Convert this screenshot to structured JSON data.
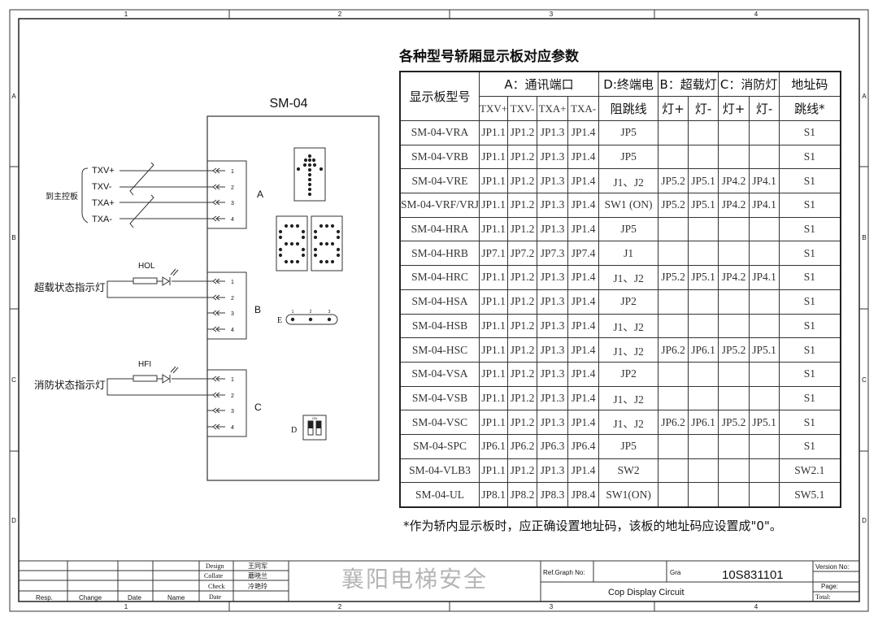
{
  "frame": {
    "columns": [
      "1",
      "2",
      "3",
      "4"
    ],
    "rows": [
      "A",
      "B",
      "C",
      "D"
    ]
  },
  "circuit": {
    "title": "SM-04",
    "to_main_board": "到主控板",
    "signals": [
      "TXV+",
      "TXV-",
      "TXA+",
      "TXA-"
    ],
    "connector_labels": [
      "A",
      "B",
      "C"
    ],
    "pins": [
      "1",
      "2",
      "3",
      "4"
    ],
    "overload_resistor": "HOL",
    "overload_light": "超载状态指示灯",
    "fire_resistor": "HFI",
    "fire_light": "消防状态指示灯",
    "jumper_label": "E",
    "jumper_pins": [
      "1",
      "2",
      "3"
    ],
    "dip_label": "D",
    "dip_on": "ON"
  },
  "table": {
    "title": "各种型号轿厢显示板对应参数",
    "headers": {
      "model": "显示板型号",
      "comm": "A：通讯端口",
      "term_1": "D:终端电",
      "term_2": "阻跳线",
      "overload": "B：超载灯",
      "fire": "C：消防灯",
      "addr_1": "地址码",
      "addr_2": "跳线*",
      "comm_sub": [
        "TXV+",
        "TXV-",
        "TXA+",
        "TXA-"
      ],
      "lamp_sub": [
        "灯+",
        "灯-",
        "灯+",
        "灯-"
      ]
    },
    "rows": [
      [
        "SM-04-VRA",
        "JP1.1",
        "JP1.2",
        "JP1.3",
        "JP1.4",
        "JP5",
        "",
        "",
        "",
        "",
        "S1"
      ],
      [
        "SM-04-VRB",
        "JP1.1",
        "JP1.2",
        "JP1.3",
        "JP1.4",
        "JP5",
        "",
        "",
        "",
        "",
        "S1"
      ],
      [
        "SM-04-VRE",
        "JP1.1",
        "JP1.2",
        "JP1.3",
        "JP1.4",
        "J1、J2",
        "JP5.2",
        "JP5.1",
        "JP4.2",
        "JP4.1",
        "S1"
      ],
      [
        "SM-04-VRF/VRJ",
        "JP1.1",
        "JP1.2",
        "JP1.3",
        "JP1.4",
        "SW1 (ON)",
        "JP5.2",
        "JP5.1",
        "JP4.2",
        "JP4.1",
        "S1"
      ],
      [
        "SM-04-HRA",
        "JP1.1",
        "JP1.2",
        "JP1.3",
        "JP1.4",
        "JP5",
        "",
        "",
        "",
        "",
        "S1"
      ],
      [
        "SM-04-HRB",
        "JP7.1",
        "JP7.2",
        "JP7.3",
        "JP7.4",
        "J1",
        "",
        "",
        "",
        "",
        "S1"
      ],
      [
        "SM-04-HRC",
        "JP1.1",
        "JP1.2",
        "JP1.3",
        "JP1.4",
        "J1、J2",
        "JP5.2",
        "JP5.1",
        "JP4.2",
        "JP4.1",
        "S1"
      ],
      [
        "SM-04-HSA",
        "JP1.1",
        "JP1.2",
        "JP1.3",
        "JP1.4",
        "JP2",
        "",
        "",
        "",
        "",
        "S1"
      ],
      [
        "SM-04-HSB",
        "JP1.1",
        "JP1.2",
        "JP1.3",
        "JP1.4",
        "J1、J2",
        "",
        "",
        "",
        "",
        "S1"
      ],
      [
        "SM-04-HSC",
        "JP1.1",
        "JP1.2",
        "JP1.3",
        "JP1.4",
        "J1、J2",
        "JP6.2",
        "JP6.1",
        "JP5.2",
        "JP5.1",
        "S1"
      ],
      [
        "SM-04-VSA",
        "JP1.1",
        "JP1.2",
        "JP1.3",
        "JP1.4",
        "JP2",
        "",
        "",
        "",
        "",
        "S1"
      ],
      [
        "SM-04-VSB",
        "JP1.1",
        "JP1.2",
        "JP1.3",
        "JP1.4",
        "J1、J2",
        "",
        "",
        "",
        "",
        "S1"
      ],
      [
        "SM-04-VSC",
        "JP1.1",
        "JP1.2",
        "JP1.3",
        "JP1.4",
        "J1、J2",
        "JP6.2",
        "JP6.1",
        "JP5.2",
        "JP5.1",
        "S1"
      ],
      [
        "SM-04-SPC",
        "JP6.1",
        "JP6.2",
        "JP6.3",
        "JP6.4",
        "JP5",
        "",
        "",
        "",
        "",
        "S1"
      ],
      [
        "SM-04-VLB3",
        "JP1.1",
        "JP1.2",
        "JP1.3",
        "JP1.4",
        "SW2",
        "",
        "",
        "",
        "",
        "SW2.1"
      ],
      [
        "SM-04-UL",
        "JP8.1",
        "JP8.2",
        "JP8.3",
        "JP8.4",
        "SW1(ON)",
        "",
        "",
        "",
        "",
        "SW5.1"
      ]
    ],
    "note": "*作为轿内显示板时，应正确设置地址码，该板的地址码应设置成\"0\"。"
  },
  "title_block": {
    "design": "Design",
    "design_name": "王同军",
    "collate": "Collate",
    "collate_name": "蘑晓兰",
    "check": "Check",
    "check_name": "冷艳玲",
    "date": "Date",
    "resp": "Resp.",
    "change": "Change",
    "date_col": "Date",
    "name": "Name",
    "ref_graph": "Ref.Graph  No:",
    "graph_no_label": "Gra",
    "drawing_no": "10S831101",
    "version": "Version No:",
    "page": "Page:",
    "total": "Total:",
    "drawing_title": "Cop Display  Circuit"
  },
  "watermark": "襄阳电梯安全"
}
